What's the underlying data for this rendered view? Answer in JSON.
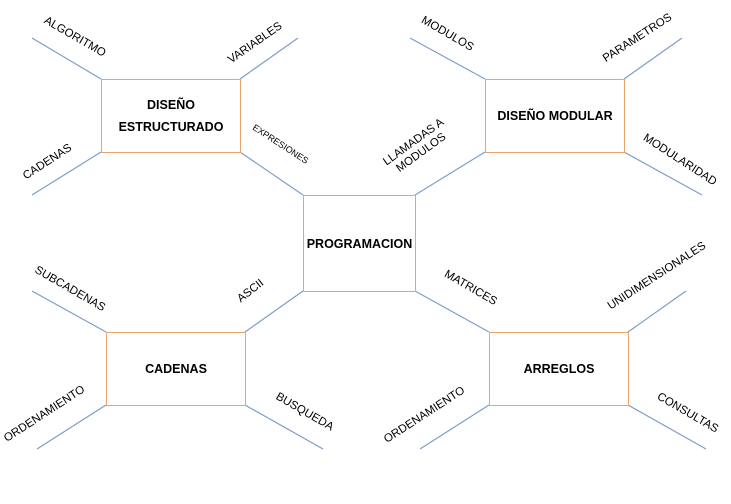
{
  "colors": {
    "box_border": "#E9A66A",
    "line": "#7F9CC8",
    "text": "#000000"
  },
  "center": {
    "label": "PROGRAMACION"
  },
  "nodes": {
    "diseno_estructurado": {
      "label": "DISEÑO ESTRUCTURADO",
      "branches": [
        "ALGORITMO",
        "VARIABLES",
        "CADENAS",
        "EXPRESIONES"
      ]
    },
    "diseno_modular": {
      "label": "DISEÑO MODULAR",
      "branches": [
        "MODULOS",
        "PARAMETROS",
        "LLAMADAS A MODULOS",
        "MODULARIDAD"
      ]
    },
    "cadenas": {
      "label": "CADENAS",
      "branches": [
        "SUBCADENAS",
        "ASCII",
        "ORDENAMIENTO",
        "BUSQUEDA"
      ]
    },
    "arreglos": {
      "label": "ARREGLOS",
      "branches": [
        "MATRICES",
        "UNIDIMENSIONALES",
        "ORDENAMIENTO",
        "CONSULTAS"
      ]
    }
  },
  "labels": {
    "de_line1": "DISEÑO",
    "de_line2": "ESTRUCTURADO",
    "llamadas_line1": "LLAMADAS A",
    "llamadas_line2": "MODULOS"
  }
}
